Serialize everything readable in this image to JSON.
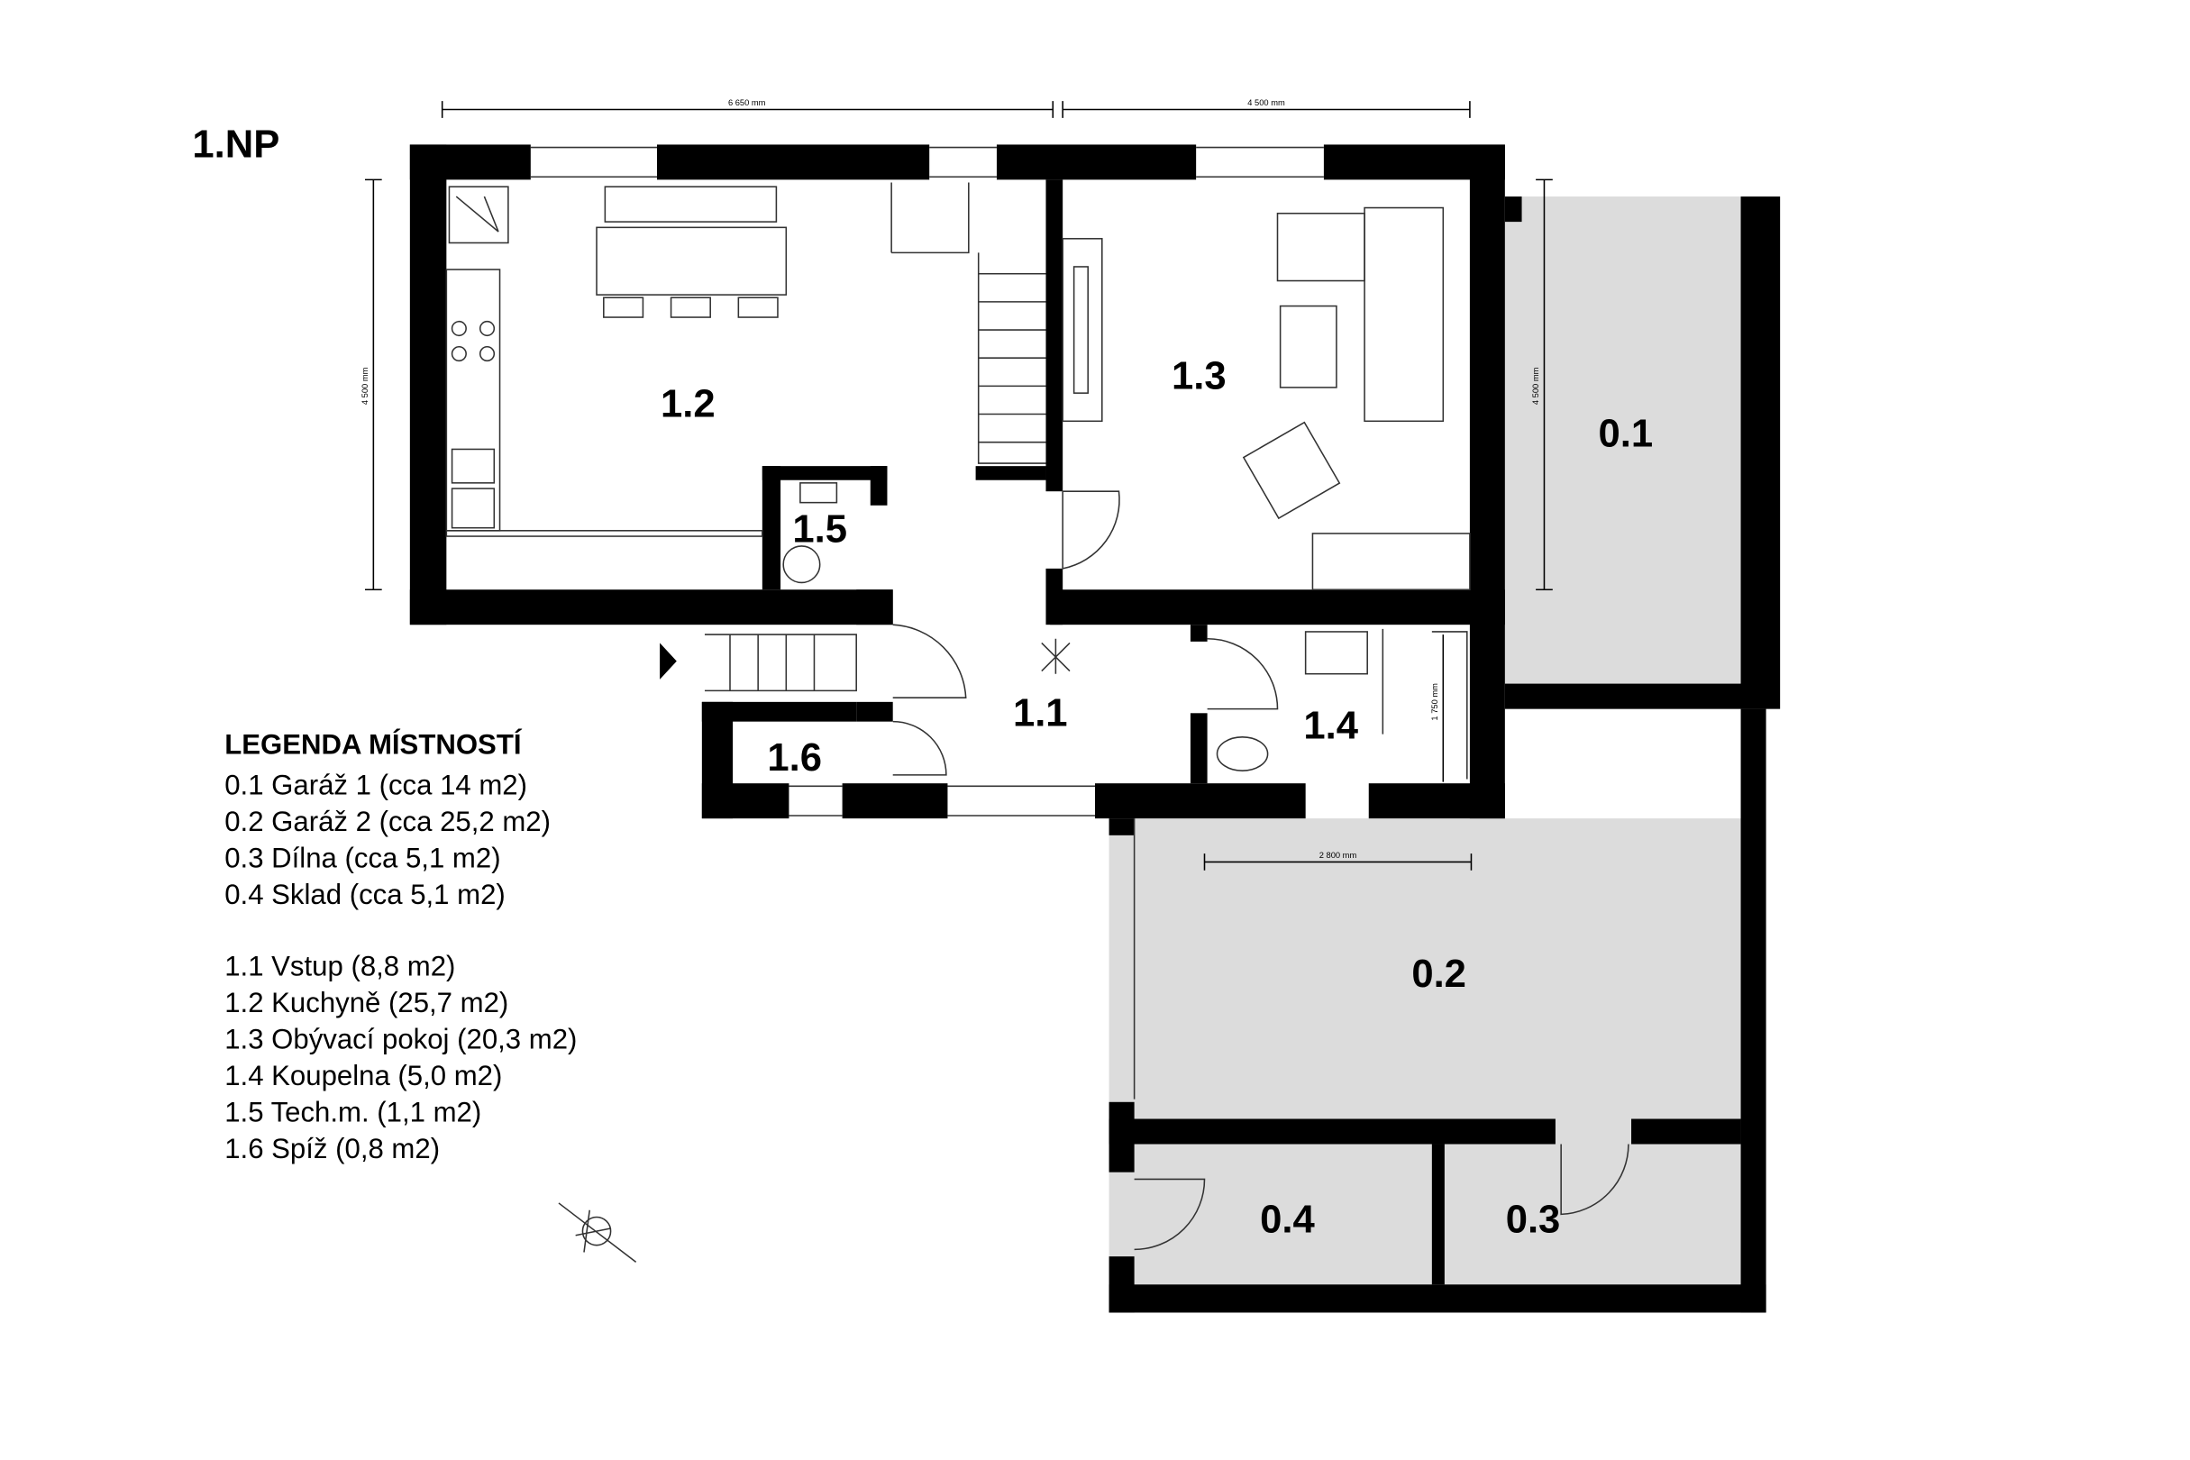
{
  "floor_title": "1.NP",
  "dimensions": {
    "top_left": "6 650 mm",
    "top_right": "4 500 mm",
    "left": "4 500 mm",
    "garage1": "4 500 mm",
    "bathroom": "1 750 mm",
    "garage2": "2 800 mm"
  },
  "rooms": {
    "r01": "0.1",
    "r02": "0.2",
    "r03": "0.3",
    "r04": "0.4",
    "r11": "1.1",
    "r12": "1.2",
    "r13": "1.3",
    "r14": "1.4",
    "r15": "1.5",
    "r16": "1.6"
  },
  "legend": {
    "title": "LEGENDA MÍSTNOSTÍ",
    "group1": [
      "0.1 Garáž 1 (cca 14 m2)",
      "0.2 Garáž 2 (cca 25,2 m2)",
      "0.3 Dílna (cca 5,1 m2)",
      "0.4 Sklad (cca 5,1 m2)"
    ],
    "group2": [
      "1.1 Vstup (8,8 m2)",
      "1.2 Kuchyně (25,7 m2)",
      "1.3 Obývací pokoj (20,3 m2)",
      "1.4 Koupelna (5,0 m2)",
      "1.5 Tech.m. (1,1 m2)",
      "1.6 Spíž (0,8 m2)"
    ]
  }
}
